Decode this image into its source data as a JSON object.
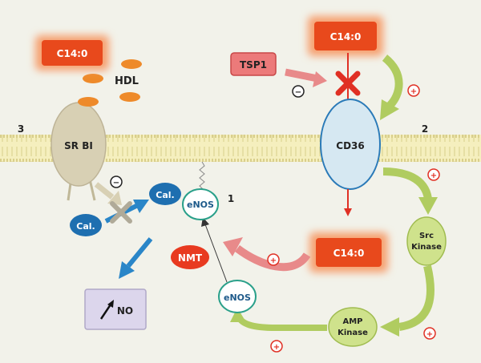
{
  "myristate_labels": [
    "C14:0",
    "C14:0",
    "C14:0"
  ],
  "hdl_label": "HDL",
  "srbi_label": "SR BI",
  "cd36_label": "CD36",
  "tsp1_label": "TSP1",
  "pathway_numbers": [
    "3",
    "2",
    "1"
  ],
  "cal_labels": [
    "Cal.",
    "Cal."
  ],
  "enos_labels": [
    "eNOS",
    "eNOS"
  ],
  "nmt_label": "NMT",
  "src_kinase_lines": [
    "Src",
    "Kinase"
  ],
  "amp_kinase_lines": [
    "AMP",
    "Kinase"
  ],
  "no_label": "NO",
  "plus_sign": "+",
  "minus_sign": "−",
  "colors": {
    "background": "#f2f2ea",
    "myristate_box": "#e8491c",
    "myristate_glow": "#f6a070",
    "membrane": "#f3ecb4",
    "srbi": "#d8d0b4",
    "cd36": "#d6e8f2",
    "green_node": "#cfe28c",
    "green_arrow": "#b0cc60",
    "cal": "#1e6fb0",
    "blue_arrow": "#2a86c8",
    "red": "#e03024",
    "pink_arrow": "#e88a8a",
    "no_box": "#dcd6ec"
  }
}
